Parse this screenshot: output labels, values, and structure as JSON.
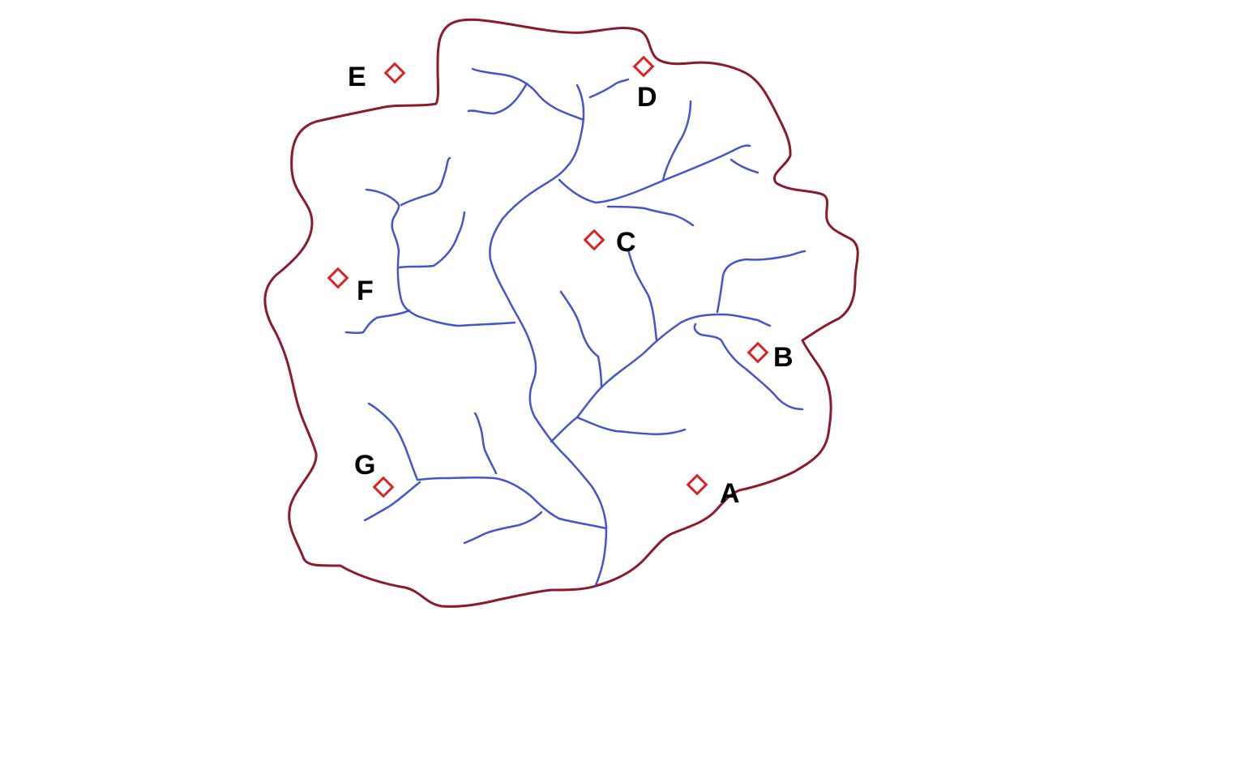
{
  "map": {
    "colors": {
      "boundary": "#8b1a2b",
      "streams": "#4455cc",
      "markers": "#e02020",
      "labels": "#000000",
      "background": "#ffffff"
    },
    "marker_shape": "diamond",
    "points": [
      {
        "label": "A"
      },
      {
        "label": "B"
      },
      {
        "label": "C"
      },
      {
        "label": "D"
      },
      {
        "label": "E"
      },
      {
        "label": "F"
      },
      {
        "label": "G"
      }
    ]
  }
}
